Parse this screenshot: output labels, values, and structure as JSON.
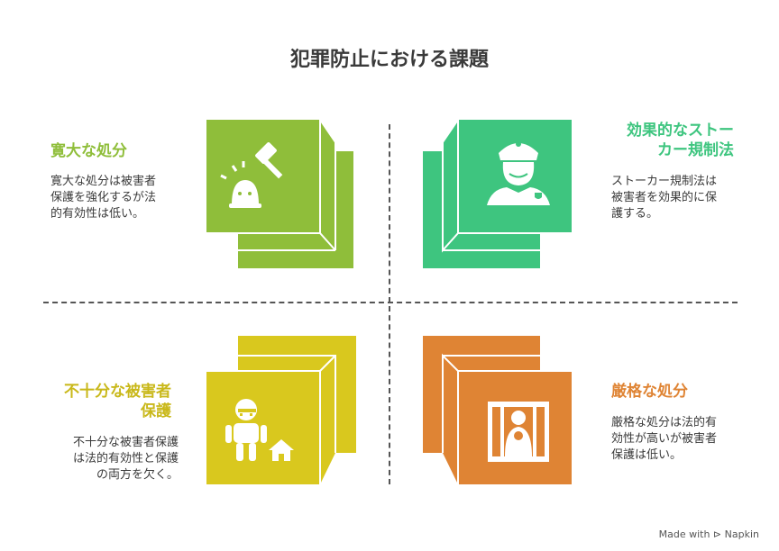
{
  "title": "犯罪防止における課題",
  "quadrants": [
    {
      "label": "寛大な処分",
      "desc": [
        "寛大な処分は被害者",
        "保護を強化するが法",
        "的有効性は低い。"
      ],
      "color": "#8fbe3a",
      "icon": "gavel-icon"
    },
    {
      "label": [
        "効果的なストー",
        "カー規制法"
      ],
      "desc": [
        "ストーカー規制法は",
        "被害者を効果的に保",
        "護する。"
      ],
      "color": "#3ec57f",
      "icon": "police-officer-icon"
    },
    {
      "label": [
        "不十分な被害者",
        "保護"
      ],
      "desc": [
        "不十分な被害者保護",
        "は法的有効性と保護",
        "の両方を欠く。"
      ],
      "color": "#d9c81e",
      "icon": "person-house-icon"
    },
    {
      "label": "厳格な処分",
      "desc": [
        "厳格な処分は法的有",
        "効性が高いが被害者",
        "保護は低い。"
      ],
      "color": "#df8434",
      "icon": "jail-icon"
    }
  ],
  "footer": "Made with ⊳ Napkin"
}
